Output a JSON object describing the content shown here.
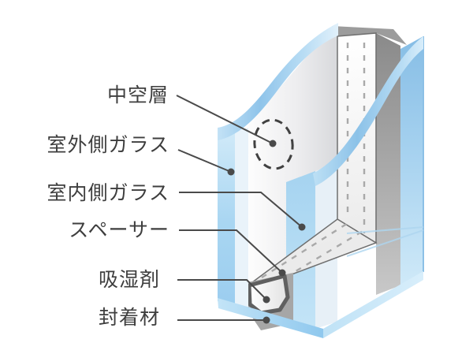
{
  "diagram": {
    "type": "insulated-double-glazing-cutaway",
    "labels": {
      "air_layer": "中空層",
      "outdoor_glass": "室外側ガラス",
      "indoor_glass": "室内側ガラス",
      "spacer": "スペーサー",
      "desiccant": "吸湿剤",
      "sealant": "封着材"
    },
    "colors": {
      "glass_blue": "#8fc6ec",
      "glass_blue_light": "#d4ebf9",
      "spacer_gray": "#9c9c9c",
      "sealant_gray": "#a6a6a6",
      "spacer_face_white": "#ffffff",
      "perforation_gray": "#a9a9a9",
      "label_text": "#3e3e3e",
      "leader_line": "#4a4a4a",
      "background": "#ffffff"
    }
  }
}
